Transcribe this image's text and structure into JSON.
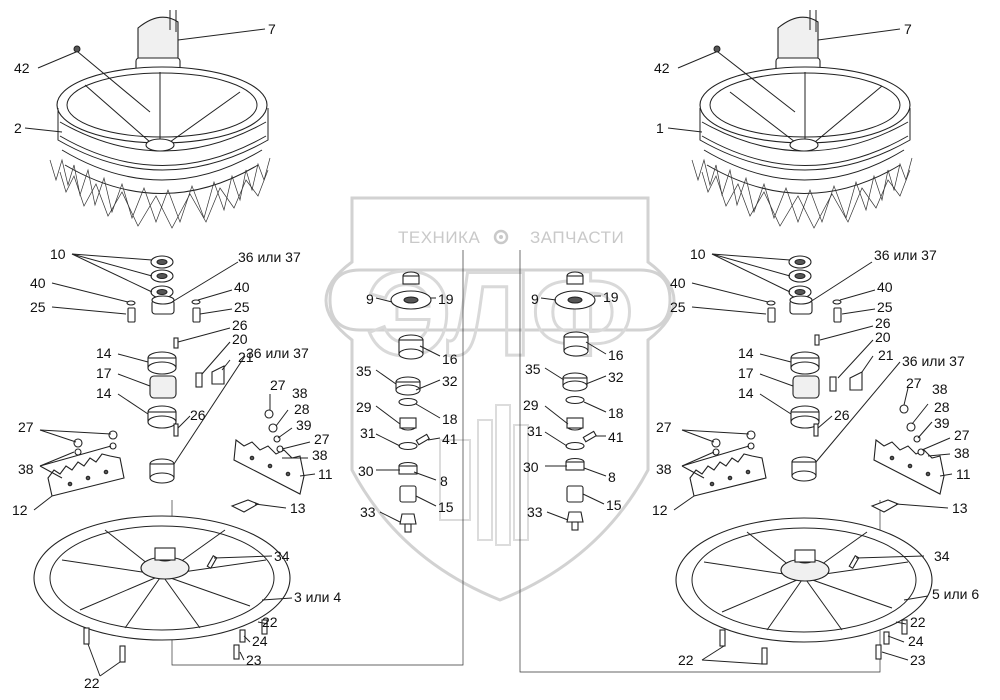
{
  "watermark": {
    "left_text": "ТЕХНИКА",
    "right_text": "ЗАПЧАСТИ",
    "logo_letters": "ЭЛФ",
    "gear_icon": "gear-icon"
  },
  "labels": {
    "l7": "7",
    "l42": "42",
    "l2": "2",
    "l10": "10",
    "l36a": "36 или 37",
    "l40a": "40",
    "l40b": "40",
    "l25a": "25",
    "l25b": "25",
    "l26a": "26",
    "l20": "20",
    "l14a": "14",
    "l21": "21",
    "l17": "17",
    "l36b": "36 или 37",
    "l14b": "14",
    "l26b": "26",
    "l27a": "27",
    "l38a": "38",
    "l28": "28",
    "l39": "39",
    "l27b": "27",
    "l38b": "38",
    "l11": "11",
    "l12": "12",
    "l13": "13",
    "l34": "34",
    "l3or4": "3 или 4",
    "l22a": "22",
    "l24": "24",
    "l23": "23",
    "l22b": "22",
    "c9a": "9",
    "c19a": "19",
    "c16a": "16",
    "c35a": "35",
    "c32a": "32",
    "c29a": "29",
    "c18a": "18",
    "c31a": "31",
    "c41a": "41",
    "c30a": "30",
    "c8a": "8",
    "c15a": "15",
    "c33a": "33",
    "c9b": "9",
    "c19b": "19",
    "c16b": "16",
    "c35b": "35",
    "c32b": "32",
    "c29b": "29",
    "c18b": "18",
    "c31b": "31",
    "c41b": "41",
    "c30b": "30",
    "c8b": "8",
    "c15b": "15",
    "c33b": "33",
    "r7": "7",
    "r42": "42",
    "r1": "1",
    "r10": "10",
    "r36a": "36 или 37",
    "r40a": "40",
    "r40b": "40",
    "r25a": "25",
    "r25b": "25",
    "r26a": "26",
    "r20": "20",
    "r14a": "14",
    "r21": "21",
    "r17": "17",
    "r36b": "36 или 37",
    "r14b": "14",
    "r26b": "26",
    "r27a": "27",
    "r38a": "38",
    "r28": "28",
    "r39": "39",
    "r27b": "27",
    "r38b": "38",
    "r11": "11",
    "r12": "12",
    "r13": "13",
    "r34": "34",
    "r5or6": "5 или 6",
    "r22a": "22",
    "r24": "24",
    "r23": "23",
    "r22b": "22"
  }
}
